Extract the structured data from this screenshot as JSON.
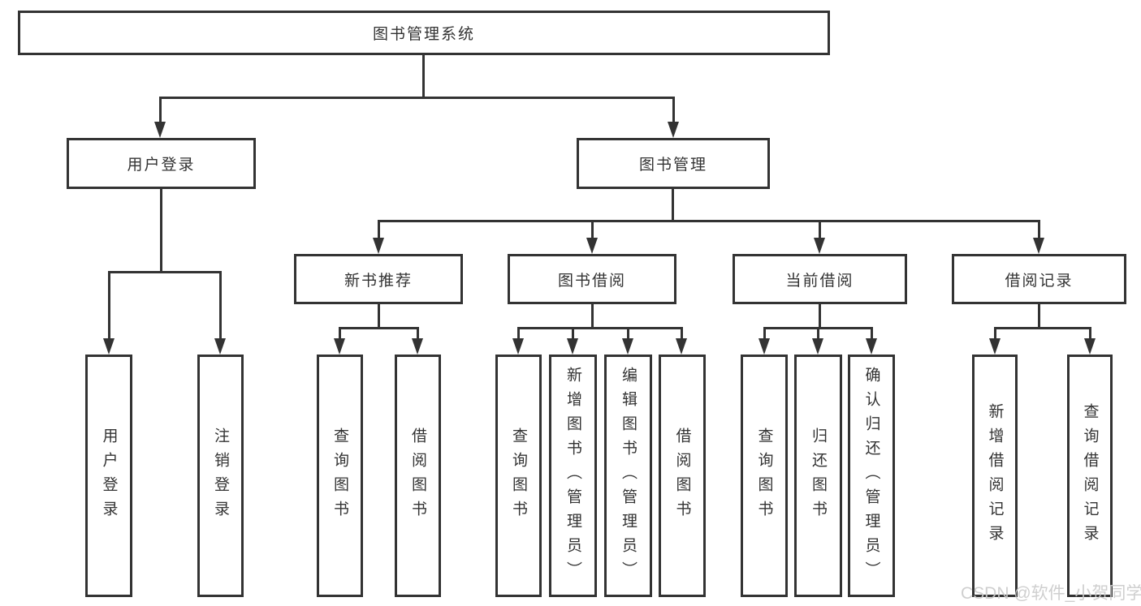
{
  "watermark": "CSDN @软件_小贺同学",
  "colors": {
    "line": "#333333",
    "text": "#333333",
    "box_background": "#ffffff",
    "watermark": "#cbcbcb",
    "background": "#ffffff"
  },
  "tree": {
    "root": {
      "label": "图书管理系统",
      "children": [
        {
          "label": "用户登录",
          "children": [
            {
              "label": "用户登录"
            },
            {
              "label": "注销登录"
            }
          ]
        },
        {
          "label": "图书管理",
          "children": [
            {
              "label": "新书推荐",
              "children": [
                {
                  "label": "查询图书"
                },
                {
                  "label": "借阅图书"
                }
              ]
            },
            {
              "label": "图书借阅",
              "children": [
                {
                  "label": "查询图书"
                },
                {
                  "label": "新增图书（管理员）"
                },
                {
                  "label": "编辑图书（管理员）"
                },
                {
                  "label": "借阅图书"
                }
              ]
            },
            {
              "label": "当前借阅",
              "children": [
                {
                  "label": "查询图书"
                },
                {
                  "label": "归还图书"
                },
                {
                  "label": "确认归还（管理员）"
                }
              ]
            },
            {
              "label": "借阅记录",
              "children": [
                {
                  "label": "新增借阅记录"
                },
                {
                  "label": "查询借阅记录"
                }
              ]
            }
          ]
        }
      ]
    }
  }
}
